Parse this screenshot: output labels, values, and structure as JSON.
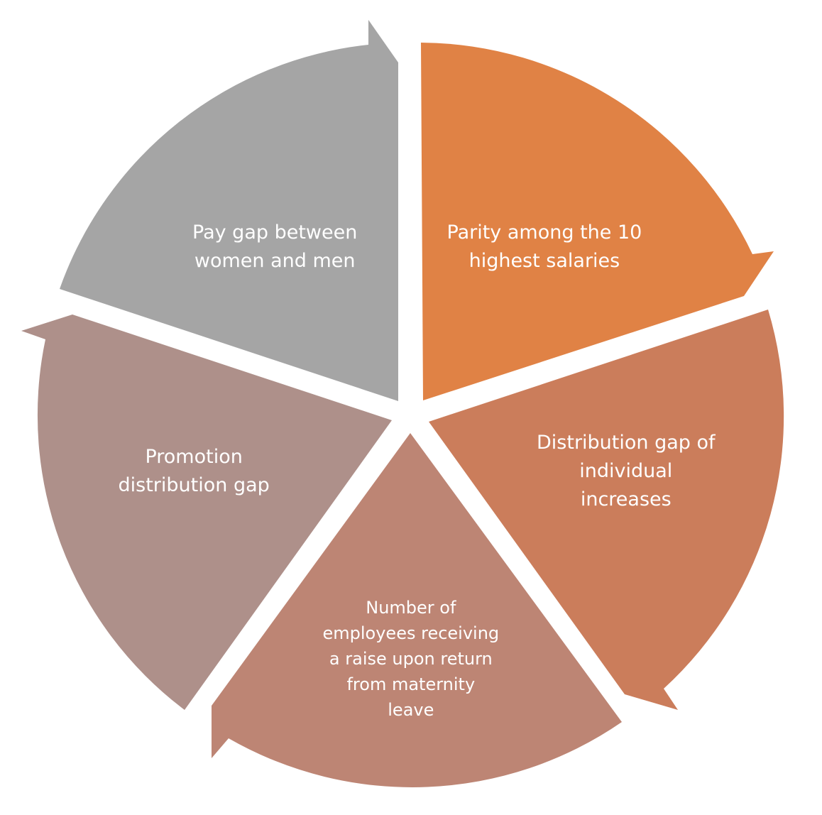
{
  "diagram": {
    "segments": [
      {
        "id": "parity",
        "lines": [
          "Parity among the 10",
          "highest salaries"
        ],
        "color": "#e08245"
      },
      {
        "id": "distribution-increases",
        "lines": [
          "Distribution gap of",
          "individual",
          "increases"
        ],
        "color": "#cb7d5b"
      },
      {
        "id": "maternity-raise",
        "lines": [
          "Number of",
          "employees receiving",
          "a raise upon return",
          "from maternity",
          "leave"
        ],
        "color": "#bd8574"
      },
      {
        "id": "promotion",
        "lines": [
          "Promotion",
          "distribution gap"
        ],
        "color": "#ae908a"
      },
      {
        "id": "pay-gap",
        "lines": [
          "Pay gap between",
          "women and men"
        ],
        "color": "#a5a5a5"
      }
    ]
  }
}
